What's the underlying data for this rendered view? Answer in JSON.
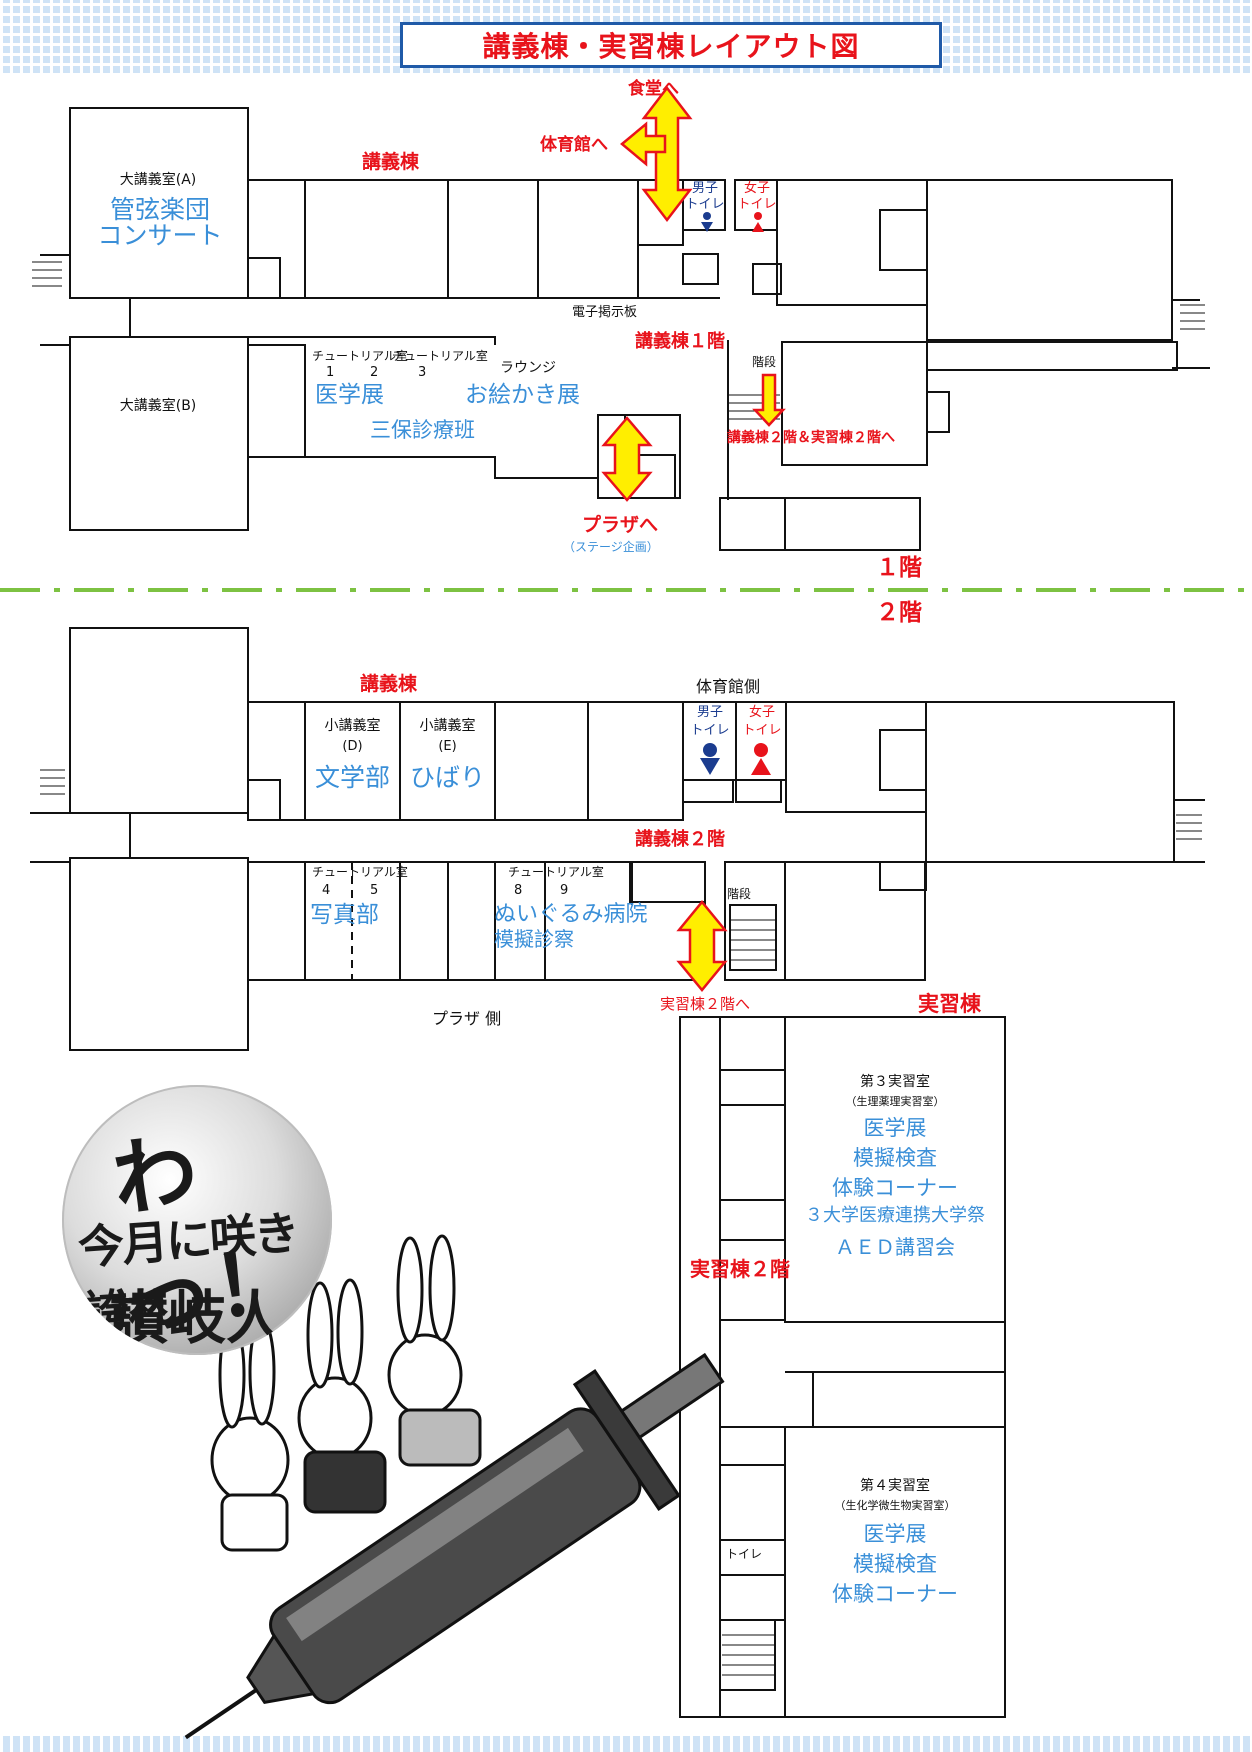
{
  "title": "講義棟・実習棟レイアウト図",
  "floor1": {
    "building_label": "講義棟",
    "floor_label": "講義棟１階",
    "arrow_cafeteria": "食堂へ",
    "arrow_gym": "体育館へ",
    "arrow_plaza": "プラザへ",
    "plaza_note": "（ステージ企画）",
    "restroom_men": [
      "男子",
      "トイレ"
    ],
    "restroom_women": [
      "女子",
      "トイレ"
    ],
    "bulletin": "電子掲示板",
    "stairs": "階段",
    "stairs_note": "講義棟２階＆実習棟２階へ",
    "lounge": "ラウンジ",
    "lounge_event": "お絵かき展",
    "room_a": {
      "name": "大講義室(A)",
      "event": [
        "管弦楽団",
        "コンサート"
      ]
    },
    "room_b": {
      "name": "大講義室(B)"
    },
    "tutorial_header": [
      "チュートリアル室",
      "チュートリアル室"
    ],
    "tutorial_numbers": [
      "1",
      "2",
      "3"
    ],
    "tutorial_events": [
      "医学展",
      "三保診療班"
    ]
  },
  "divider": {
    "upper": "１階",
    "lower": "２階"
  },
  "floor2": {
    "building_label": "講義棟",
    "gym_side": "体育館側",
    "plaza_side": "プラザ 側",
    "floor_label": "講義棟２階",
    "small_d": {
      "name": "小講義室",
      "code": "(D)",
      "event": "文学部"
    },
    "small_e": {
      "name": "小講義室",
      "code": "(E)",
      "event": "ひばり"
    },
    "restroom_men": [
      "男子",
      "トイレ"
    ],
    "restroom_women": [
      "女子",
      "トイレ"
    ],
    "tutorial_45": {
      "header": "チュートリアル室",
      "numbers": [
        "4",
        "5"
      ],
      "event": "写真部"
    },
    "tutorial_89": {
      "header": "チュートリアル室",
      "numbers": [
        "8",
        "9"
      ],
      "event": [
        "ぬいぐるみ病院",
        "模擬診察"
      ]
    },
    "stairs": "階段",
    "arrow_lab": "実習棟２階へ"
  },
  "lab": {
    "building_label": "実習棟",
    "floor_label": "実習棟２階",
    "room3": {
      "name": "第３実習室",
      "sub": "（生理薬理実習室）",
      "events": [
        "医学展",
        "模擬検査",
        "体験コーナー",
        "３大学医療連携大学祭",
        "ＡＥＤ講習会"
      ]
    },
    "room4": {
      "name": "第４実習室",
      "sub": "（生化学微生物実習室）",
      "events": [
        "医学展",
        "模擬検査",
        "体験コーナー"
      ]
    },
    "restroom": "トイレ"
  },
  "logo": {
    "line1": "わっ！",
    "line2": "今月に咲き誇れ",
    "line3": "讃岐人"
  },
  "colors": {
    "red": "#e8131b",
    "blue": "#3a8fd8",
    "navy": "#1b3c8f",
    "arrow_fill": "#ffee00",
    "divider": "#7dc242"
  }
}
